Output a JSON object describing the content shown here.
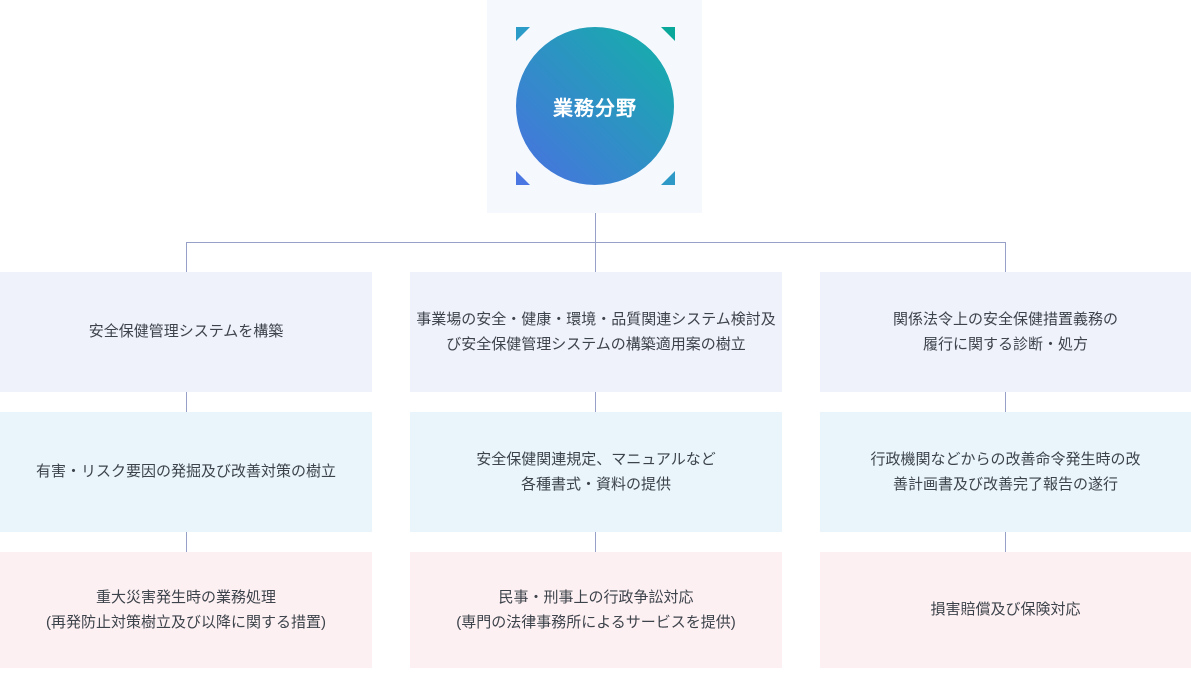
{
  "hub": {
    "label": "業務分野"
  },
  "columns": [
    {
      "items": [
        "安全保健管理システムを構築",
        "有害・リスク要因の発掘及び改善対策の樹立",
        "重大災害発生時の業務処理\n(再発防止対策樹立及び以降に関する措置)"
      ]
    },
    {
      "items": [
        "事業場の安全・健康・環境・品質関連システム検討及\nび安全保健管理システムの構築適用案の樹立",
        "安全保健関連規定、マニュアルなど\n各種書式・資料の提供",
        "民事・刑事上の行政争訟対応\n(専門の法律事務所によるサービスを提供)"
      ]
    },
    {
      "items": [
        "関係法令上の安全保健措置義務の\n履行に関する診断・処方",
        "行政機関などからの改善命令発生時の改\n善計画書及び改善完了報告の遂行",
        "損害賠償及び保険対応"
      ]
    }
  ],
  "colors": {
    "hub_panel_bg": "#f5f9fd",
    "hub_gradient_start": "#4a70e2",
    "hub_gradient_end": "#12b2a7",
    "corner_top_left": "#2b9cc8",
    "corner_top_right": "#0aa89b",
    "corner_bottom_left": "#4b77e2",
    "corner_bottom_right": "#2e99c6",
    "row1_bg": "#eff1fb",
    "row2_bg": "#e9f5fb",
    "row3_bg": "#fdf0f2",
    "connector": "#97a1c8",
    "text": "#3d434b"
  }
}
